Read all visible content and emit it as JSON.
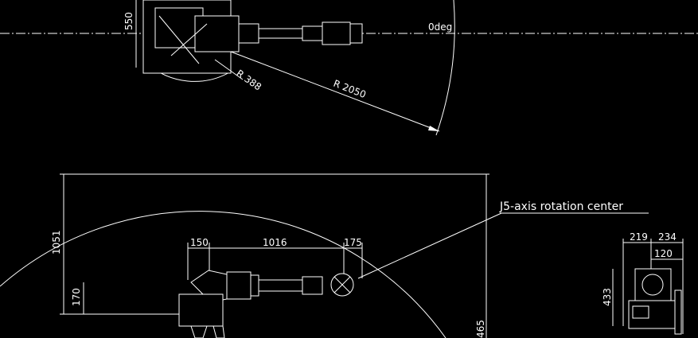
{
  "top_view": {
    "dim_550": "550",
    "angle_label": "0deg",
    "radius_inner": "R 388",
    "radius_outer": "R 2050"
  },
  "side_view": {
    "dim_1051": "1051",
    "dim_170": "170",
    "dim_150": "150",
    "dim_1016": "1016",
    "dim_175": "175",
    "dim_465": "465",
    "callout": "J5-axis rotation center"
  },
  "end_view": {
    "dim_219": "219",
    "dim_234": "234",
    "dim_120": "120",
    "dim_433": "433"
  },
  "colors": {
    "background": "#000000",
    "line": "#ffffff"
  }
}
